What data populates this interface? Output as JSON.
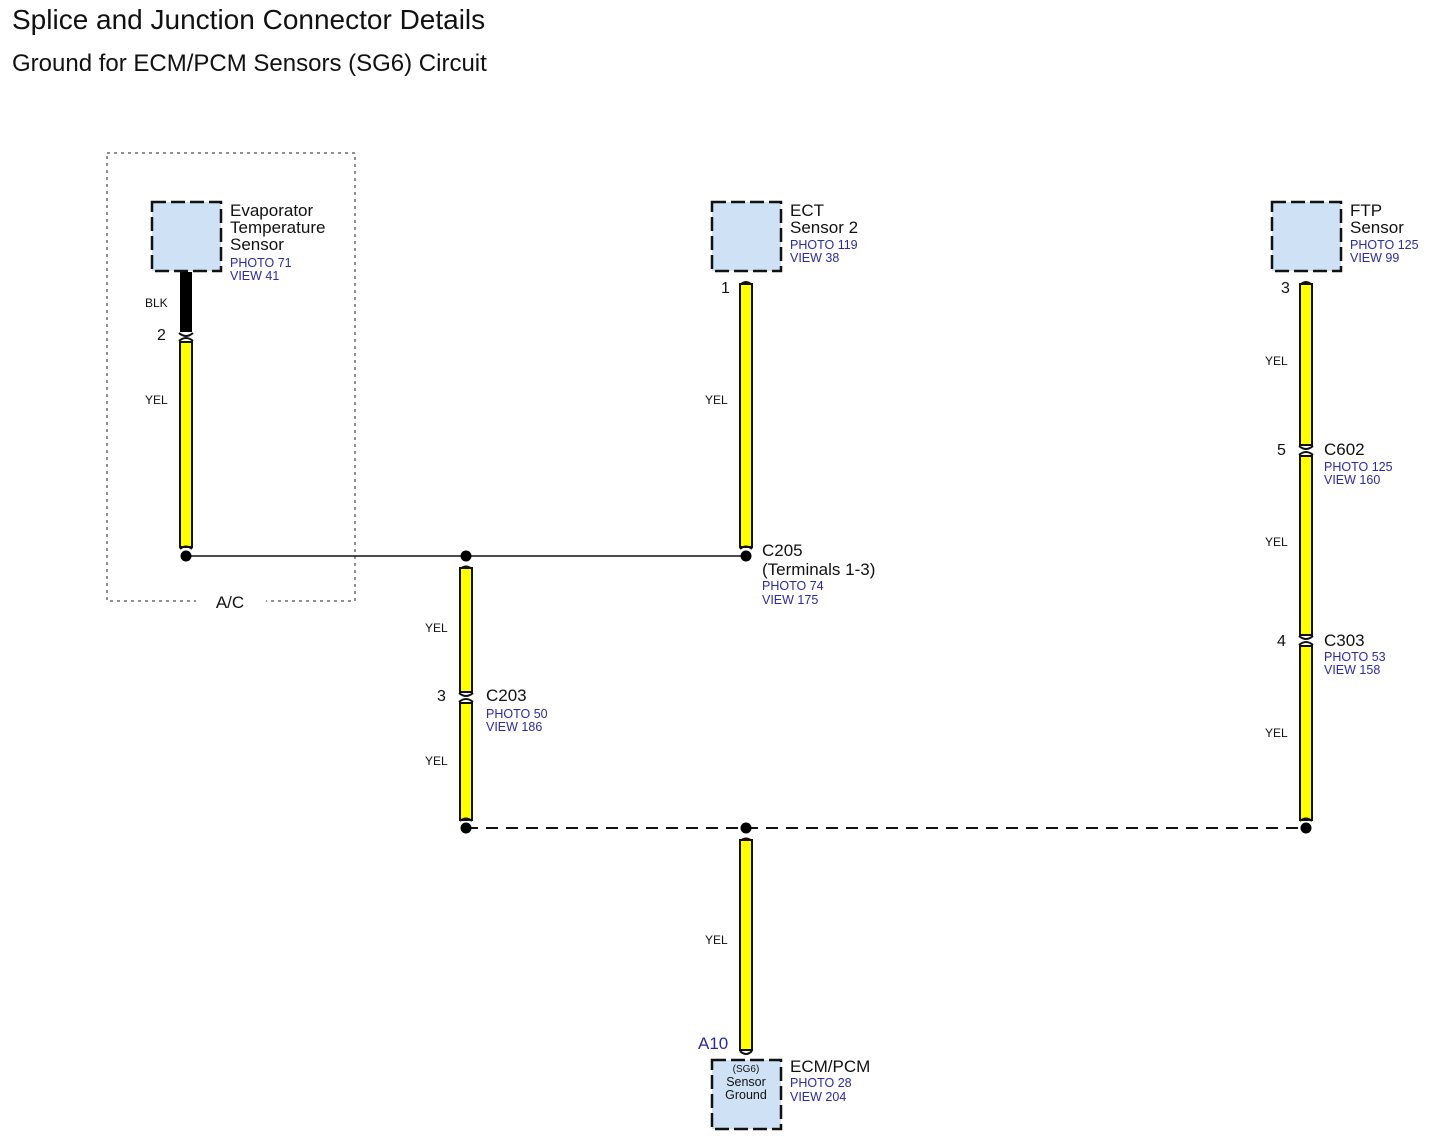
{
  "header": {
    "title": "Splice and Junction Connector Details",
    "subtitle": "Ground for ECM/PCM Sensors (SG6) Circuit"
  },
  "colors": {
    "component_fill": "#cfe2f5",
    "wire_yellow": "#ffff00",
    "wire_black": "#000000",
    "ref_text": "#2a2aa8"
  },
  "group": {
    "label": "A/C"
  },
  "components": {
    "evap": {
      "name_lines": [
        "Evaporator",
        "Temperature",
        "Sensor"
      ],
      "photo": "PHOTO 71",
      "view": "VIEW 41"
    },
    "ect": {
      "name_lines": [
        "ECT",
        "Sensor 2"
      ],
      "photo": "PHOTO 119",
      "view": "VIEW 38"
    },
    "ftp": {
      "name_lines": [
        "FTP",
        "Sensor"
      ],
      "photo": "PHOTO 125",
      "view": "VIEW 99"
    },
    "ecm": {
      "inner_lines": [
        "(SG6)",
        "Sensor",
        "Ground"
      ],
      "pin": "A10",
      "name": "ECM/PCM",
      "photo": "PHOTO 28",
      "view": "VIEW 204"
    }
  },
  "connectors": {
    "c205": {
      "name": "C205",
      "note": "(Terminals 1-3)",
      "photo": "PHOTO 74",
      "view": "VIEW 175"
    },
    "c203": {
      "name": "C203",
      "pin": "3",
      "photo": "PHOTO 50",
      "view": "VIEW 186"
    },
    "c602": {
      "name": "C602",
      "pin": "5",
      "photo": "PHOTO 125",
      "view": "VIEW 160"
    },
    "c303": {
      "name": "C303",
      "pin": "4",
      "photo": "PHOTO 53",
      "view": "VIEW 158"
    }
  },
  "pins": {
    "evap_pin": "2",
    "ect_pin": "1",
    "ftp_pin": "3"
  },
  "wires": {
    "evap_black": "BLK",
    "evap_yellow": "YEL",
    "ect": "YEL",
    "c203_upper": "YEL",
    "c203_lower": "YEL",
    "ftp_upper": "YEL",
    "ftp_middle": "YEL",
    "ftp_lower": "YEL",
    "ecm": "YEL"
  }
}
